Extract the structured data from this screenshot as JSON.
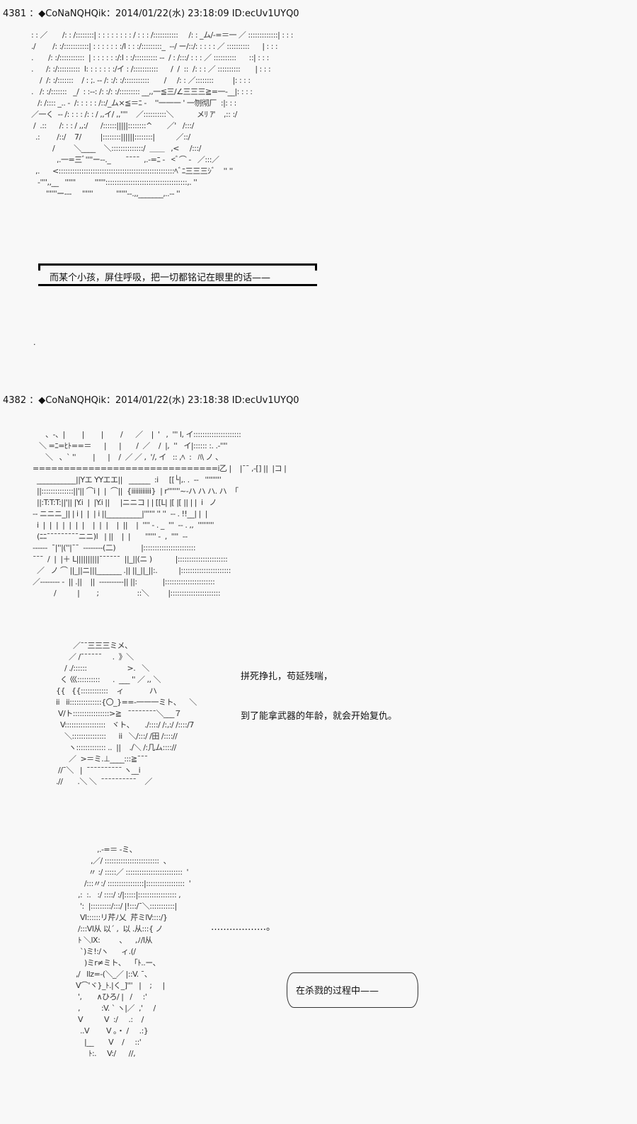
{
  "posts": [
    {
      "header": "4381 ：◆CoNaNQHQik：2014/01/22(水) 23:18:09 ID:ecUv1UYQ0",
      "art": ": : ／       /: : /::::::::| : : : : : : : : / : : : /:::::::::::     /: : _ム/-=＝一 ／ :::::::::::::| : : :\n./        /: :/:::::::::::| : : : : : : :/l : : :/:::::::::_  --/ ー/::/: : : : : ／ ::::::::::      | : : :\n.       /: :/:::::::::::  | : : : : : :/:l : :/:::::::::: ‐‐  / : /:::/ : : : ／ ::::::::::      ::| : : :\n.      /: :/::::::::::  l: : : : : : :/イ : /:::::::::::      /  /  ::  /: : : ／ ::::::::::       | : : :\n    /  /: :/:::::::    / : ;. -‐ /: :/: :/:::::::::::       /     /: : ／::::::::         |: : : :\n.   /: :/:::::::   _/  : :-‐: /: :/: :/::::::::: __,,一≦三/∠三三三≧=一-__|: : : :\n   /: /:::: _.. ‐  /: : : : : /::/_ム×≦＝ﾆ -    ''一一一 ' 一刎彻厂  :|: : :\n／一く  -‐ /: : : : /: : / ,,イ/ ,,''''    ／::::::::::＼           メﾘ ｱ'    ,:: :/\n /  .::      /: : : / ,,:/      /::::::|||||::::::::^       ／'   /:::/\n  .:        /::/    7/         |::::::::||||||::::::::|          ／::/\n          /         ＼____    ＼::::::::::::::/  ＿＿   ,<     /:::/\n            ,.一=三ﾞ''''ー--._       ¯¯¯¯  ,.-=ﾆ ‐   <ﾞ⌒ -   ／:::／\n  ,.      <:::::::::::::::::::::::::::::::::::::::::::::::::::ﾍﾞﾆ三三三ｼﾞ    '' ''\n   -'''',,__   ''''''         ''''''::::::::::::::::::::::::::::::::::::,. ''\n       ''''''ー--‐     ''''''           ''''''--.,,_______,..-‐ ''",
      "caption": "而某个小孩，屏住呼吸，把一切都铭记在眼里的话——",
      "trailing": "."
    },
    {
      "header": "4382 ：◆CoNaNQHQik：2014/01/22(水) 23:18:38 ID:ecUv1UYQ0",
      "art": "      、-、|        |        |        /      ／    |  '   ,  ''' l, イ:::::::::::::::::::::\n   ＼ =ﾆ=ﾋﾄ==＝      |      |       /  ／    /  |,  ''   イ|:::::: :. .-''''\n      ＼   、` ''        |      |    /  ／ ／ ,  '/, イ   :: ,ﾍ  :   ﾊ\\ ノ 、\n==============================i乙 |    |¯¯ ,-[] ||  |コ |\n  ___________||Yエ YYエエ||   ______  :i     [[└|,. .  -‐   '''''''''\n  ||::::::::::::::||'|| ⌒i |  |  ⌒||  {iiiiiiiiiii}  | r'''''''~-ハ ハ ハ. ハ  「\n  ||:T:T:T:||'|| |Y.i  |  |Y.i ||     |ニニコ | | [[L| |[ |[ || | |  i   ノ\n-- ニニニ_|| | i |  |  | i ||__________|'''''' '' ''  -- . !!__| |  |\n  i  |  |  |  |  |  |  |    |  |  |    |  ||    |  '''' - . _  '''  -- . ,,  '''''''''\n  (ﾆﾆ¯¯¯¯¯¯¯¯¯ニニ)l   | ||    |  |       '''''' -  ,  ''''  --\n------  ¯|''|(''|¯¯  --------(二)            |:::::::::::::::::::::::\n¯¯¯  /  |  |＋ L||||||||||¯¯¯¯¯¯  ||_||(ニ )           |::::::::::::::::::::::\n  ／   ノ ⌒ ||_||ニ|||_______ .|| ||_||_||:.          |::::::::::::::::::::::\n／-------- -  || .||    ||  ----------|| ||:            |::::::::::::::::::::::\n          /          |        ;                  ::＼         |::::::::::::::::::::::",
      "art2": "           ／¯¯三三三ミメ、\n         ／ /¯¯¯¯¯¯     .  》＼\n       / ./::::::                   >.   ＼\n     く 巛::::::::::      .  ___ '' ／ ,, ＼\n   {{   {{::::::::::::    ィ            ハ\n   ii   ii::::::::::::::{〇_}==-一一一ミト、    ＼\n    V/ト::::::::::::::::>≧   ¯¯¯¯¯¯¯¯＼___７\n     V::::::::::::::::::   ヾト、     ./::::/ /:,:/ /::::/7\n       ＼:::::::::::::::      ii   ＼/:::/ /田 /:::://\n         ヽ::::::::::::: ..  ||    ./＼ /:几ム:::://\n         ／  >＝ミ.⊥____:::≧¯¯¯\n    //¯＼   |  ¯¯¯¯¯¯¯¯¯¯ ヽ__i\n   .//       .＼ ＼  ¯¯¯¯¯¯¯¯¯¯    ／",
      "text_lines": [
        "拼死挣扎，苟延残喘，",
        "到了能拿武器的年龄，就会开始复仇。"
      ],
      "art3": "             ,.-=＝ -ミ、\n          ,／/ ::::::::::::::::::::::::  、\n         〃 :/ :::::／ :::::::::::::::::::::::::  '\n       /:::〃:/ ::::::::::::::::|:::::::::::::::::  '\n    ,:  :.   :/ ::::/ :/|:::::|::::::::::::::::: ,\n     ':  |:::::::::/:::/ |!:::/¯＼:::::::::::|\n     Vl::::::リ芹ﾉ乂  芹ミlV::::/}\n    /:::Vl从 以´ ,  以 .从:::{ ノ\n    ﾄ ＼lX:         、    ,ﾉ/l从\n     `)ミ!:/ヽ      ィ.(/\n       )ミr≠ミト、    ｢ﾄ..ー、\n   ,/   llz=‐(＼_／ |::V. ¯、\n   V⌒'ヾ}_ﾄ.|く_]'''   |    ;     |\n    ',       ∧ひろ/ |   /     :'\n    ,          :V. ` ヽ|／  ,'     /\n    V          V  :/     .:    /\n     ..V        V 。・ /     .:}\n       |__       V    /     ::'\n         ﾄ:.     V:/      //,",
      "ellipsis": "………………。",
      "caption": "在杀戮的过程中——"
    }
  ]
}
